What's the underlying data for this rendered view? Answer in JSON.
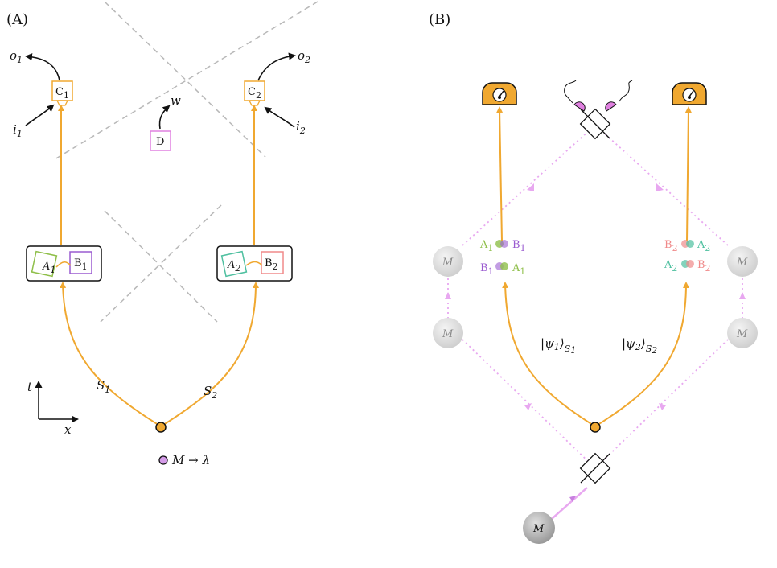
{
  "panel_a": {
    "label": "(A)",
    "detectors": [
      {
        "id": "c1",
        "text": "C",
        "sub": "1",
        "in": "i",
        "in_sub": "1",
        "out": "o",
        "out_sub": "1"
      },
      {
        "id": "c2",
        "text": "C",
        "sub": "2",
        "in": "i",
        "in_sub": "2",
        "out": "o",
        "out_sub": "2"
      }
    ],
    "d": {
      "text": "D",
      "out": "w"
    },
    "labs": [
      {
        "a": "A",
        "a_sub": "1",
        "b": "B",
        "b_sub": "1"
      },
      {
        "a": "A",
        "a_sub": "2",
        "b": "B",
        "b_sub": "2"
      }
    ],
    "paths": [
      {
        "s": "S",
        "sub": "1"
      },
      {
        "s": "S",
        "sub": "2"
      }
    ],
    "axes": {
      "t": "t",
      "x": "x"
    },
    "legend": {
      "text": "M → λ"
    },
    "colors": {
      "path": "#f0a830",
      "a1": "#8fbf4a",
      "b1": "#9a5bd0",
      "a2": "#4fc0a0",
      "b2": "#f08a8a",
      "d": "#e080e0"
    }
  },
  "panel_b": {
    "label": "(B)",
    "moons": {
      "text": "M"
    },
    "pairs_left": [
      {
        "first": "A",
        "first_sub": "1",
        "second": "B",
        "second_sub": "1"
      },
      {
        "first": "B",
        "first_sub": "1",
        "second": "A",
        "second_sub": "1"
      }
    ],
    "pairs_right": [
      {
        "first": "B",
        "first_sub": "2",
        "second": "A",
        "second_sub": "2"
      },
      {
        "first": "A",
        "first_sub": "2",
        "second": "B",
        "second_sub": "2"
      }
    ],
    "states": [
      {
        "psi": "|ψ",
        "idx": "1",
        "ket": "⟩",
        "sub": "S",
        "subsub": "1"
      },
      {
        "psi": "|ψ",
        "idx": "2",
        "ket": "⟩",
        "sub": "S",
        "subsub": "2"
      }
    ],
    "colors": {
      "beam": "#e8a8f0",
      "moon": "#dcdcdc",
      "meter": "#f0a830"
    }
  }
}
